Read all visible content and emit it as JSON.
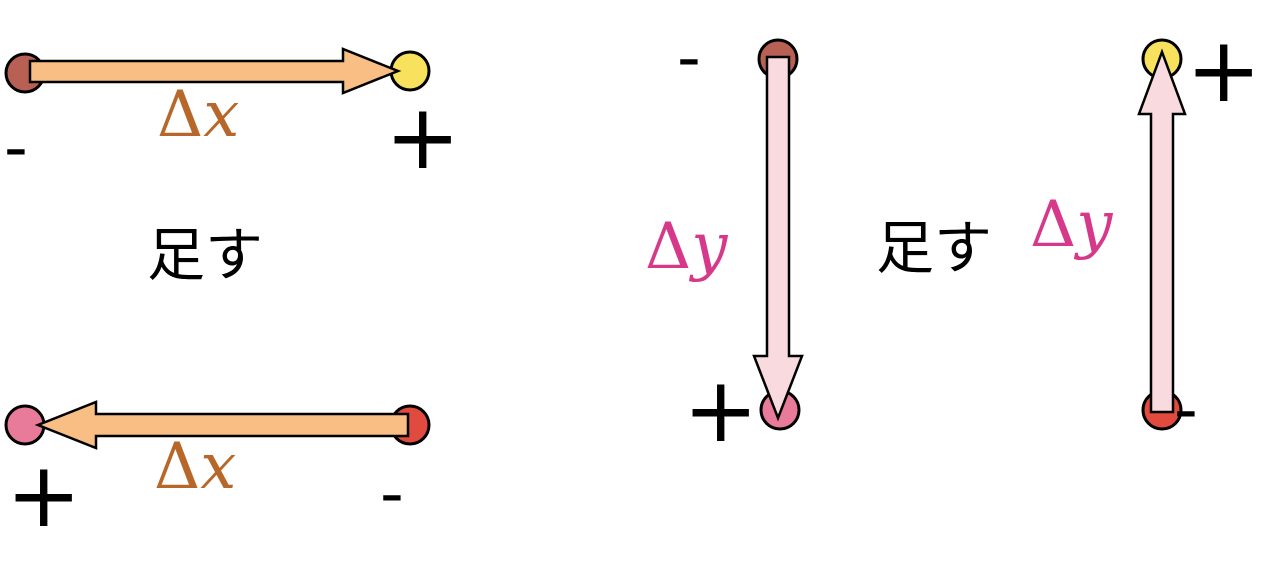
{
  "colors": {
    "x_arrow_fill": "#f9be84",
    "x_label": "#b8672a",
    "y_arrow_fill": "#f9dadf",
    "y_label": "#d6388a",
    "node_brown": "#b96054",
    "node_yellow": "#f7e15d",
    "node_pink": "#e87a9a",
    "node_red": "#e14b3f",
    "stroke": "#000000"
  },
  "left_panel": {
    "top_arrow": {
      "label_delta": "Δ",
      "label_var": "x",
      "start_sign": "-",
      "end_sign": "+"
    },
    "operation": "足す",
    "bottom_arrow": {
      "label_delta": "Δ",
      "label_var": "x",
      "start_sign": "-",
      "end_sign": "+"
    }
  },
  "right_panel": {
    "down_arrow": {
      "label_delta": "Δ",
      "label_var": "y",
      "start_sign": "-",
      "end_sign": "+"
    },
    "operation": "足す",
    "up_arrow": {
      "label_delta": "Δ",
      "label_var": "y",
      "start_sign": "-",
      "end_sign": "+"
    }
  }
}
